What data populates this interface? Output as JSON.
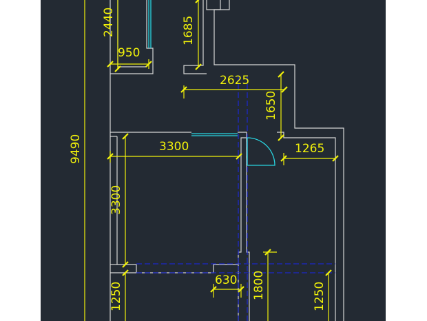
{
  "colors": {
    "background": "#ffffff",
    "viewport": "#232a33",
    "wall": "#d6d6d6",
    "dimension": "#f2f20a",
    "door": "#29d4e0",
    "axis": "#1b27c8"
  },
  "dimensions": [
    {
      "id": "dim-2440",
      "value": "2440"
    },
    {
      "id": "dim-950",
      "value": "950"
    },
    {
      "id": "dim-1685",
      "value": "1685"
    },
    {
      "id": "dim-2625",
      "value": "2625"
    },
    {
      "id": "dim-1650",
      "value": "1650"
    },
    {
      "id": "dim-9490",
      "value": "9490"
    },
    {
      "id": "dim-3300-h",
      "value": "3300"
    },
    {
      "id": "dim-1265",
      "value": "1265"
    },
    {
      "id": "dim-3300-v",
      "value": "3300"
    },
    {
      "id": "dim-630",
      "value": "630"
    },
    {
      "id": "dim-1800",
      "value": "1800"
    },
    {
      "id": "dim-1250-left",
      "value": "1250"
    },
    {
      "id": "dim-1250-right",
      "value": "1250"
    }
  ]
}
